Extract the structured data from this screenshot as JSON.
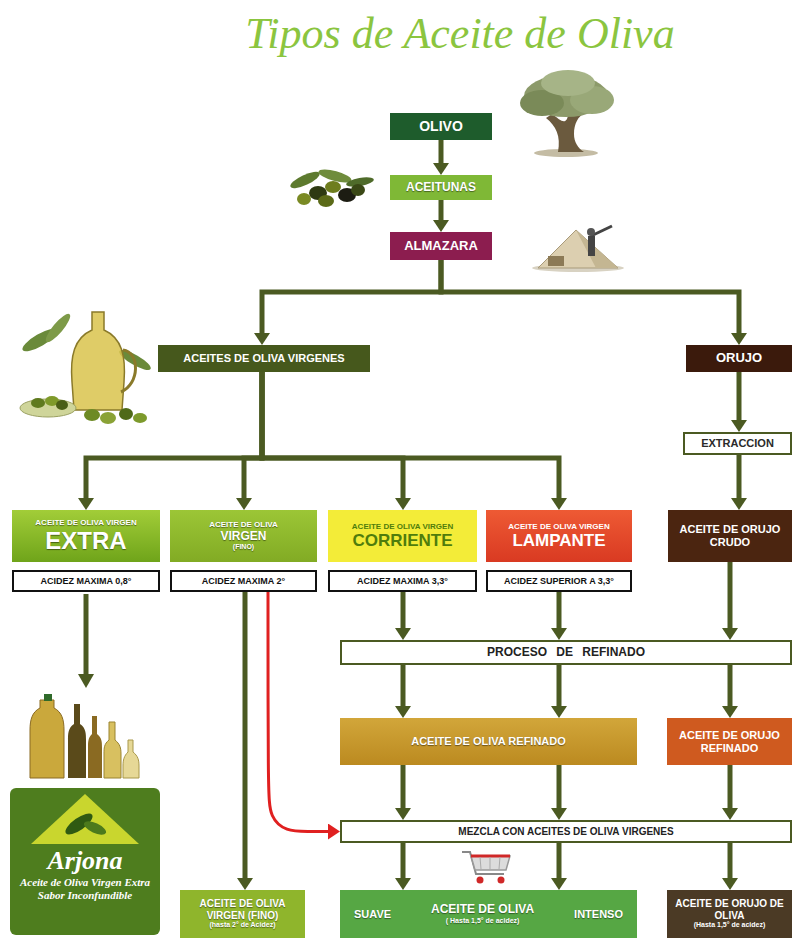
{
  "diagram": {
    "title": "Tipos de Aceite de Oliva",
    "nodes": [
      {
        "text": [
          "OLIVO"
        ]
      },
      {
        "text": [
          "ACEITUNAS"
        ]
      },
      {
        "text": [
          "ALMAZARA"
        ]
      },
      {
        "text": [
          "ACEITES DE OLIVA VIRGENES"
        ]
      },
      {
        "text": [
          "ORUJO"
        ]
      },
      {
        "text": [
          "EXTRACCION"
        ]
      },
      {
        "text": [
          "ACEITE DE OLIVA VIRGEN",
          "EXTRA"
        ]
      },
      {
        "text": [
          "ACEITE DE OLIVA",
          "VIRGEN",
          "(FINO)"
        ]
      },
      {
        "text": [
          "ACEITE DE OLIVA VIRGEN",
          "CORRIENTE"
        ]
      },
      {
        "text": [
          "ACEITE DE OLIVA VIRGEN",
          "LAMPANTE"
        ]
      },
      {
        "text": [
          "ACEITE DE ORUJO CRUDO"
        ]
      },
      {
        "text": [
          "ACIDEZ MAXIMA 0,8°"
        ]
      },
      {
        "text": [
          "ACIDEZ MAXIMA 2°"
        ]
      },
      {
        "text": [
          "ACIDEZ MAXIMA 3,3°"
        ]
      },
      {
        "text": [
          "ACIDEZ SUPERIOR A 3,3°"
        ]
      },
      {
        "text": [
          "PROCESO DE REFINADO"
        ]
      },
      {
        "text": [
          "ACEITE DE OLIVA REFINADO"
        ]
      },
      {
        "text": [
          "ACEITE DE ORUJO REFINADO"
        ]
      },
      {
        "text": [
          "MEZCLA CON ACEITES DE OLIVA VIRGENES"
        ]
      },
      {
        "text": [
          "Arjona",
          "Aceite de Oliva Virgen Extra",
          "Sabor Inconfundible"
        ]
      },
      {
        "text": [
          "ACEITE DE OLIVA VIRGEN (FINO)",
          "(hasta 2° de Acidez)"
        ]
      },
      {
        "text": [
          "SUAVE",
          "ACEITE DE OLIVA",
          "( Hasta 1,5° de acidez)",
          "INTENSO"
        ]
      },
      {
        "text": [
          "ACEITE DE ORUJO DE OLIVA",
          "(Hasta 1,5° de acidez)"
        ]
      }
    ],
    "edges": [
      {
        "from": 0,
        "to": 1,
        "arrow": "to"
      },
      {
        "from": 1,
        "to": 2,
        "arrow": "to"
      },
      {
        "from": 2,
        "to": 3,
        "arrow": "to"
      },
      {
        "from": 2,
        "to": 4,
        "arrow": "to"
      },
      {
        "from": 4,
        "to": 5,
        "arrow": "to"
      },
      {
        "from": 5,
        "to": 10,
        "arrow": "to"
      },
      {
        "from": 3,
        "to": 6,
        "arrow": "to"
      },
      {
        "from": 3,
        "to": 7,
        "arrow": "to"
      },
      {
        "from": 3,
        "to": 8,
        "arrow": "to"
      },
      {
        "from": 3,
        "to": 9,
        "arrow": "to"
      },
      {
        "from": 12,
        "to": 20,
        "arrow": "to"
      },
      {
        "from": 12,
        "to": 18,
        "arrow": "to"
      },
      {
        "from": 13,
        "to": 15,
        "arrow": "to"
      },
      {
        "from": 14,
        "to": 15,
        "arrow": "to"
      },
      {
        "from": 10,
        "to": 15,
        "arrow": "to"
      },
      {
        "from": 15,
        "to": 16,
        "arrow": "to"
      },
      {
        "from": 15,
        "to": 16,
        "arrow": "to"
      },
      {
        "from": 15,
        "to": 17,
        "arrow": "to"
      },
      {
        "from": 16,
        "to": 18,
        "arrow": "to"
      },
      {
        "from": 16,
        "to": 18,
        "arrow": "to"
      },
      {
        "from": 17,
        "to": 18,
        "arrow": "to"
      },
      {
        "from": 18,
        "to": 21,
        "arrow": "to"
      },
      {
        "from": 18,
        "to": 21,
        "arrow": "to"
      },
      {
        "from": 18,
        "to": 22,
        "arrow": "to"
      }
    ]
  }
}
